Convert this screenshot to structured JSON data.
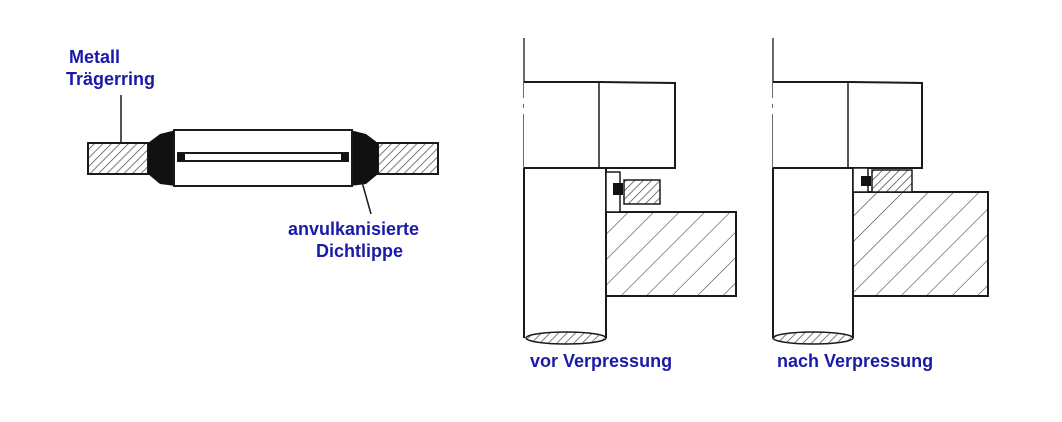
{
  "colors": {
    "label_blue": "#1a1aa8",
    "line": "#1a1a1a",
    "steel_hatch": "#444444",
    "rubber": "#111111"
  },
  "ring_detail": {
    "label_carrier_line1": "Metall",
    "label_carrier_line2": "Trägerring",
    "label_lip_line1": "anvulkanisierte",
    "label_lip_line2": "Dichtlippe"
  },
  "states": [
    {
      "caption": "vor Verpressung"
    },
    {
      "caption": "nach Verpressung"
    }
  ]
}
